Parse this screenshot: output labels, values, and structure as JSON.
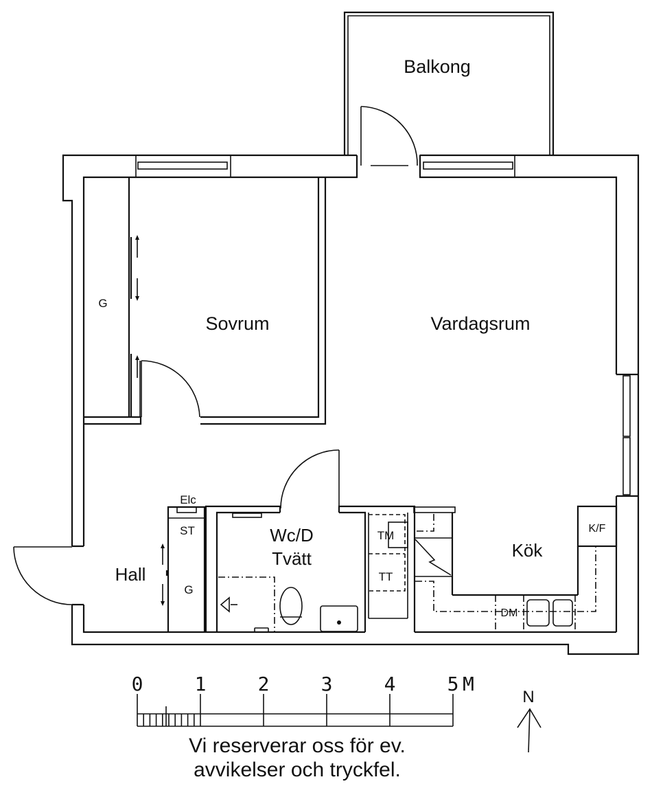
{
  "rooms": {
    "balkong": "Balkong",
    "sovrum": "Sovrum",
    "vardagsrum": "Vardagsrum",
    "hall": "Hall",
    "kok": "Kök",
    "wc_line1": "Wc/D",
    "wc_line2": "Tvätt"
  },
  "fixtures": {
    "closet_sovrum": "G",
    "closet_hall": "G",
    "elc": "Elc",
    "st": "ST",
    "tm": "TM",
    "tt": "TT",
    "kf": "K/F",
    "dm": "DM"
  },
  "scale_bar": {
    "ticks": [
      "0",
      "1",
      "2",
      "3",
      "4",
      "5"
    ],
    "unit": "M"
  },
  "north_label": "N",
  "disclaimer": {
    "line1": "Vi reserverar oss för ev.",
    "line2": "avvikelser och tryckfel."
  }
}
